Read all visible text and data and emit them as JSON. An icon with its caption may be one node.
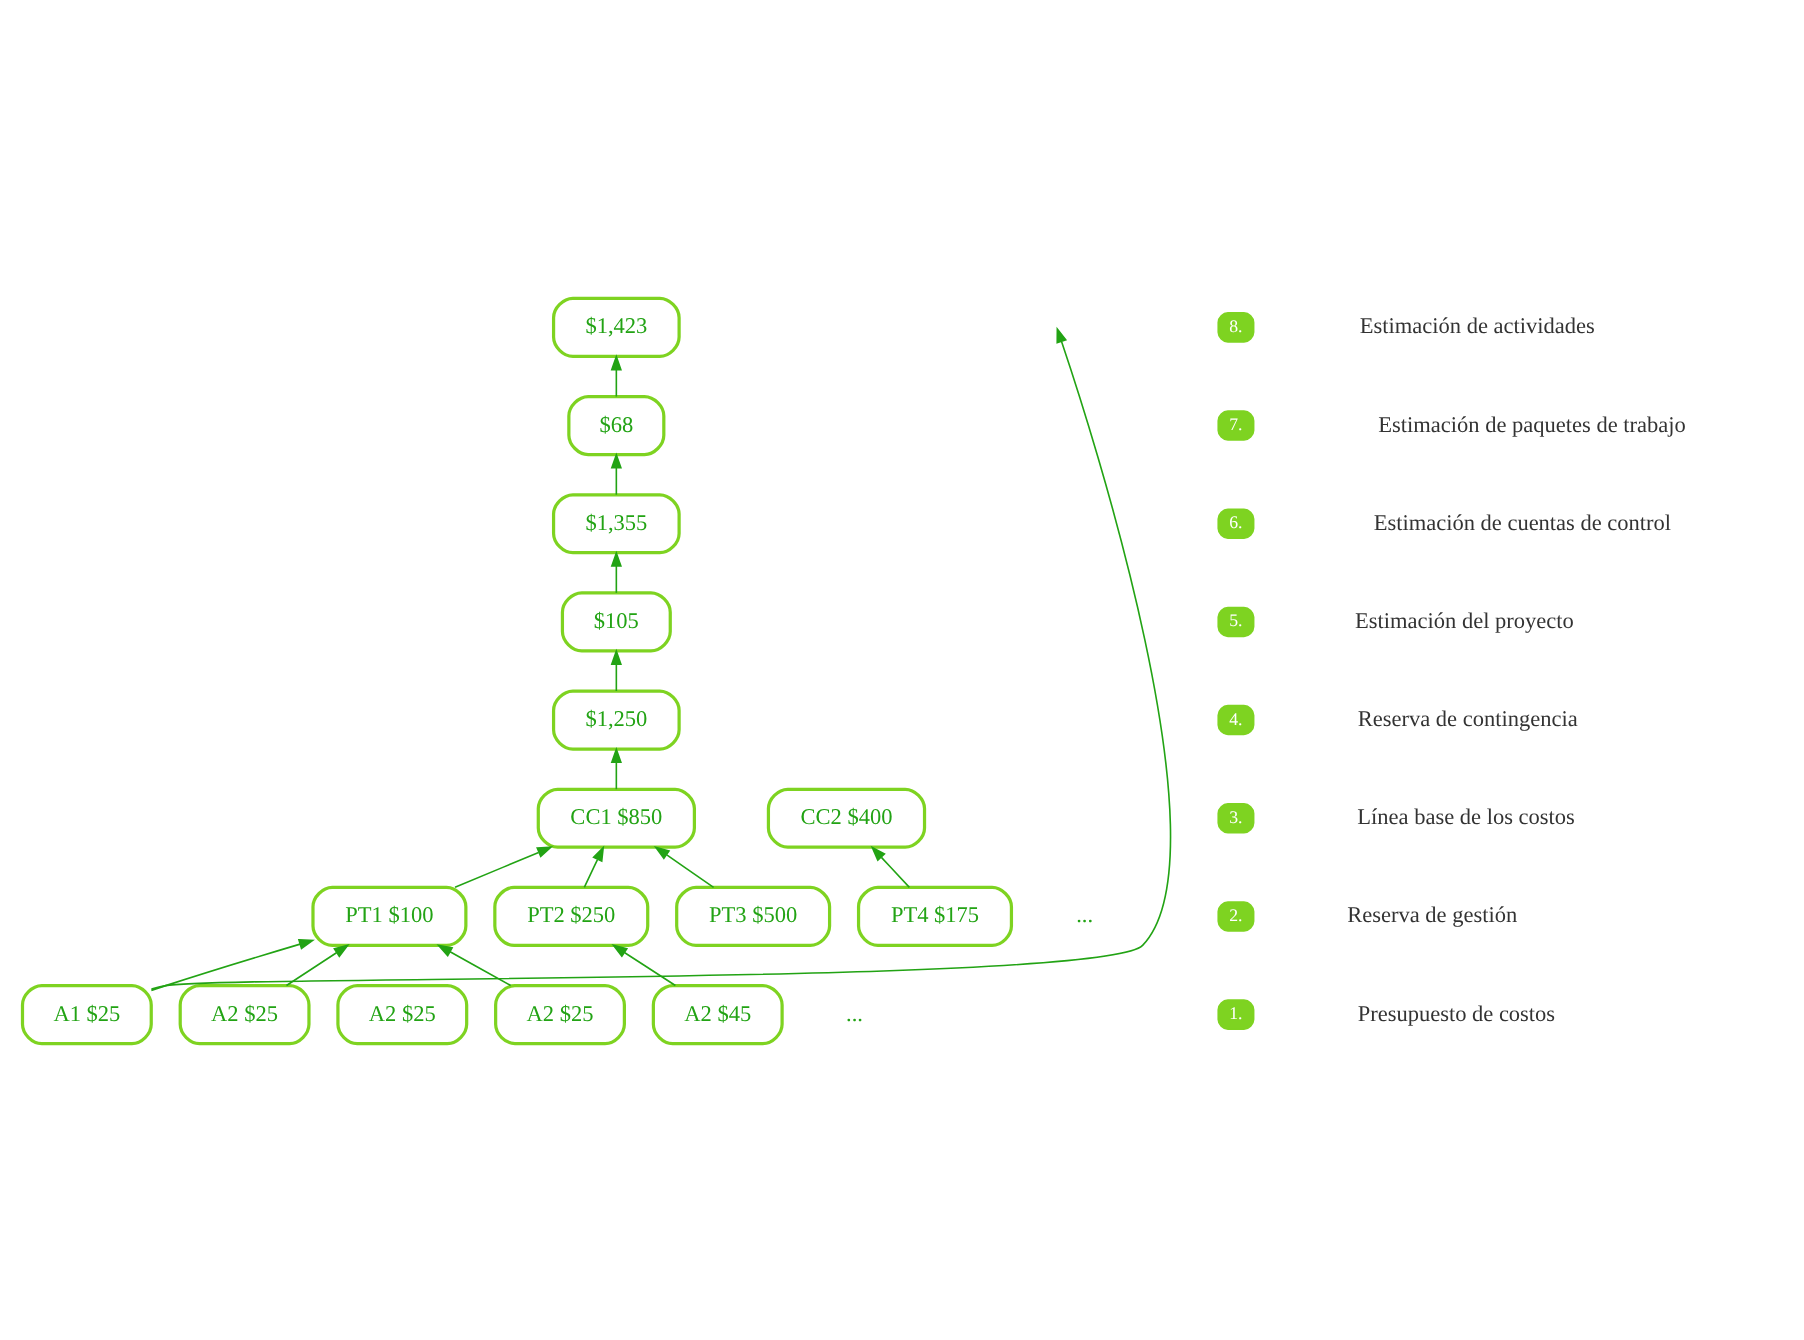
{
  "diagram": {
    "nodes": [
      {
        "text": [
          "$1,423"
        ]
      },
      {
        "text": [
          "$68"
        ]
      },
      {
        "text": [
          "$1,355"
        ]
      },
      {
        "text": [
          "$105"
        ]
      },
      {
        "text": [
          "$1,250"
        ]
      },
      {
        "text": [
          "CC1 $850"
        ]
      },
      {
        "text": [
          "CC2 $400"
        ]
      },
      {
        "text": [
          "PT1 $100"
        ]
      },
      {
        "text": [
          "PT2 $250"
        ]
      },
      {
        "text": [
          "PT3 $500"
        ]
      },
      {
        "text": [
          "PT4 $175"
        ]
      },
      {
        "text": [
          "A1 $25"
        ]
      },
      {
        "text": [
          "A2 $25"
        ]
      },
      {
        "text": [
          "A2 $25"
        ]
      },
      {
        "text": [
          "A2 $25"
        ]
      },
      {
        "text": [
          "A2 $45"
        ]
      }
    ],
    "edges": [
      {
        "from": 11,
        "to": null,
        "arrow": "to"
      },
      {
        "from": 11,
        "to": 7,
        "arrow": "to"
      },
      {
        "from": 12,
        "to": 7,
        "arrow": "to"
      },
      {
        "from": 14,
        "to": 7,
        "arrow": "to"
      },
      {
        "from": 15,
        "to": 8,
        "arrow": "to"
      },
      {
        "from": 7,
        "to": 5,
        "arrow": "to"
      },
      {
        "from": 8,
        "to": 5,
        "arrow": "to"
      },
      {
        "from": 9,
        "to": 5,
        "arrow": "to"
      },
      {
        "from": 10,
        "to": 6,
        "arrow": "to"
      },
      {
        "from": 5,
        "to": 4,
        "arrow": "to"
      },
      {
        "from": 4,
        "to": 3,
        "arrow": "to"
      },
      {
        "from": 3,
        "to": 2,
        "arrow": "to"
      },
      {
        "from": 2,
        "to": 1,
        "arrow": "to"
      },
      {
        "from": 1,
        "to": 0,
        "arrow": "to"
      }
    ],
    "labels": [
      "8.",
      "Estimación de actividades",
      "7.",
      "Estimación de paquetes de trabajo",
      "6.",
      "Estimación de cuentas de control",
      "5.",
      "Estimación del proyecto",
      "4.",
      "Reserva de contingencia",
      "3.",
      "Línea base de los costos",
      "2.",
      "Reserva de gestión",
      "1.",
      "Presupuesto de costos",
      "...",
      "..."
    ]
  }
}
